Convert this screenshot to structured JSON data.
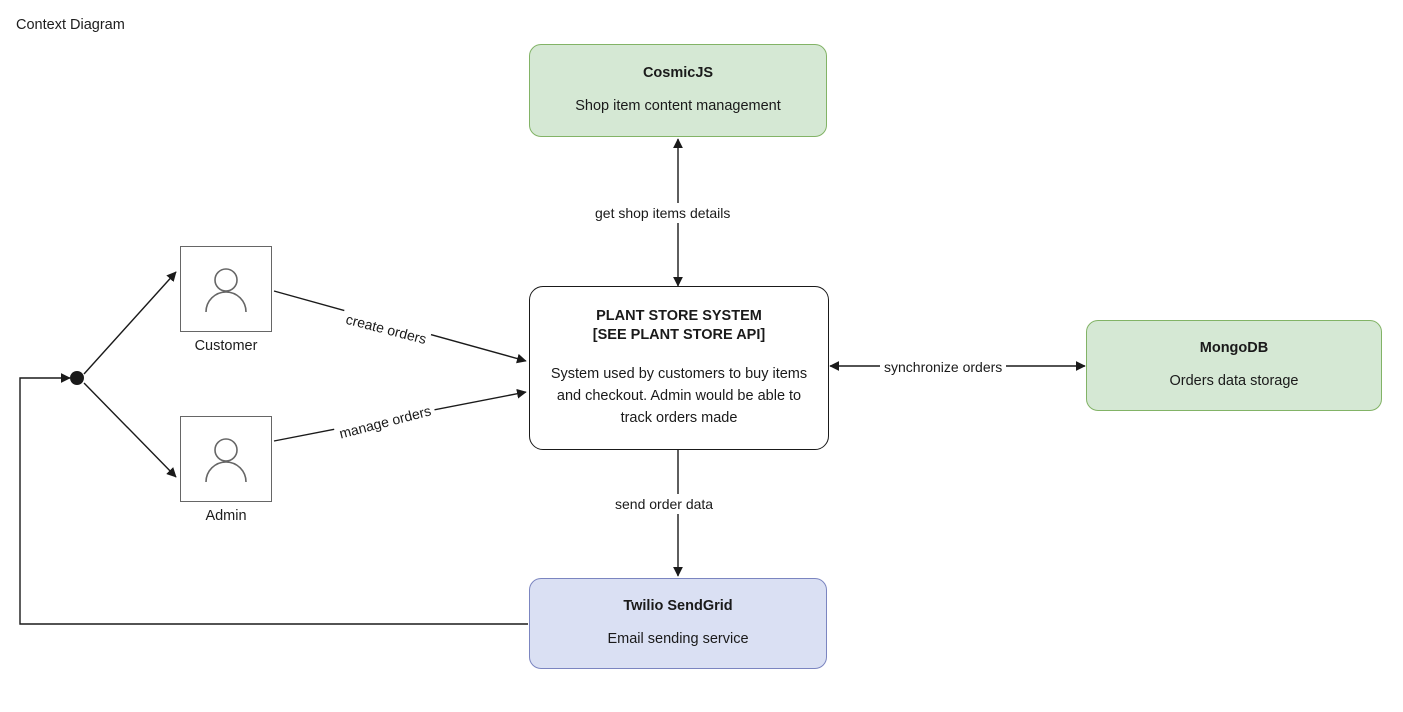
{
  "page": {
    "title": "Context Diagram"
  },
  "colors": {
    "external_fill_green": "#d5e8d4",
    "external_stroke_green": "#82b366",
    "external_fill_purple": "#dae0f3",
    "external_stroke_purple": "#7b85c0",
    "system_fill": "#ffffff",
    "system_stroke": "#1a1a1a",
    "actor_stroke": "#666666",
    "edge_stroke": "#1a1a1a",
    "background": "#ffffff"
  },
  "nodes": {
    "cosmicjs": {
      "title": "CosmicJS",
      "description": "Shop item content management",
      "kind": "external-system"
    },
    "system": {
      "title": "PLANT STORE SYSTEM\n[SEE PLANT STORE API]",
      "description": "System used by customers to buy items and checkout. Admin would be able to track orders made",
      "kind": "system-under-design"
    },
    "mongodb": {
      "title": "MongoDB",
      "description": "Orders data storage",
      "kind": "external-system"
    },
    "sendgrid": {
      "title": "Twilio SendGrid",
      "description": "Email sending service",
      "kind": "external-system"
    }
  },
  "actors": [
    {
      "id": "customer",
      "label": "Customer",
      "icon": "person-icon"
    },
    {
      "id": "admin",
      "label": "Admin",
      "icon": "person-icon"
    }
  ],
  "edges": [
    {
      "id": "cosmicjs-system",
      "label": "get shop items details",
      "direction": "bidirectional"
    },
    {
      "id": "customer-system",
      "label": "create orders",
      "direction": "to-system"
    },
    {
      "id": "admin-system",
      "label": "manage orders",
      "direction": "to-system"
    },
    {
      "id": "system-mongodb",
      "label": "synchronize orders",
      "direction": "bidirectional"
    },
    {
      "id": "system-sendgrid",
      "label": "send order data",
      "direction": "to-sendgrid"
    },
    {
      "id": "sendgrid-actors",
      "label": "",
      "direction": "to-actors"
    }
  ]
}
